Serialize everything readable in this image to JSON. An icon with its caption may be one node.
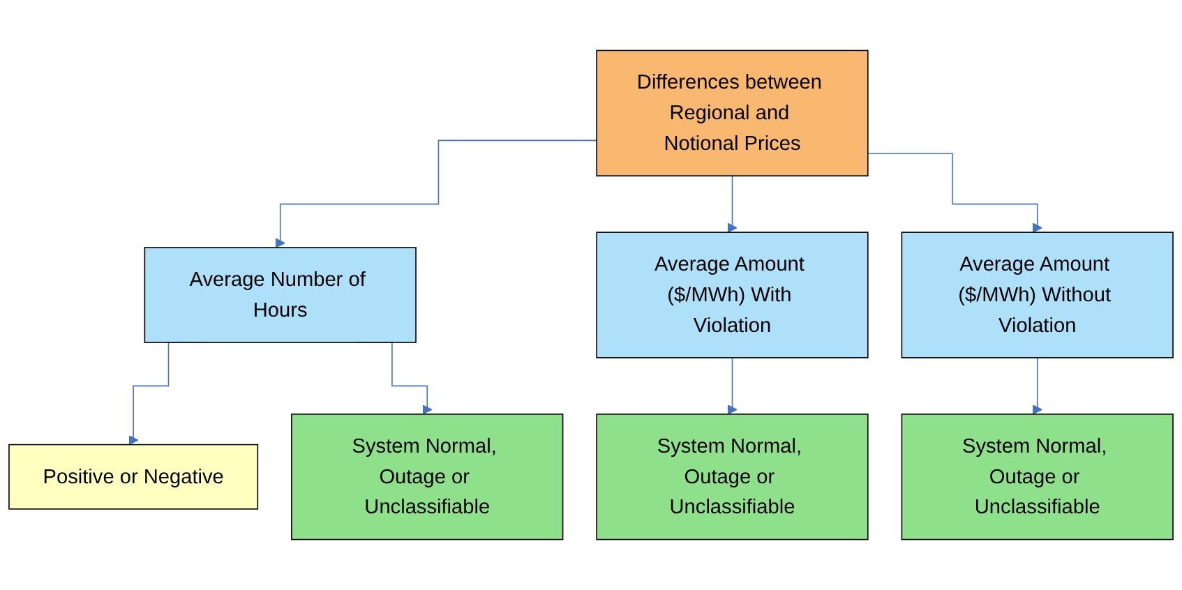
{
  "diagram": {
    "nodes": [
      {
        "text": [
          "Differences between Regional and Notional Prices"
        ]
      },
      {
        "text": [
          "Average Number of Hours"
        ]
      },
      {
        "text": [
          "Average Amount ($/MWh) With Violation"
        ]
      },
      {
        "text": [
          "Average Amount ($/MWh) Without Violation"
        ]
      },
      {
        "text": [
          "Positive or Negative"
        ]
      },
      {
        "text": [
          "System Normal, Outage or Unclassifiable"
        ]
      },
      {
        "text": [
          "System Normal, Outage or Unclassifiable"
        ]
      },
      {
        "text": [
          "System Normal, Outage or Unclassifiable"
        ]
      }
    ],
    "edges": [
      {
        "from": 0,
        "to": 1,
        "arrow": "to"
      },
      {
        "from": 0,
        "to": 2,
        "arrow": "to"
      },
      {
        "from": 0,
        "to": 3,
        "arrow": "to"
      },
      {
        "from": 1,
        "to": 4,
        "arrow": "to"
      },
      {
        "from": 1,
        "to": 5,
        "arrow": "to"
      },
      {
        "from": 2,
        "to": 6,
        "arrow": "to"
      },
      {
        "from": 3,
        "to": 7,
        "arrow": "to"
      }
    ]
  }
}
